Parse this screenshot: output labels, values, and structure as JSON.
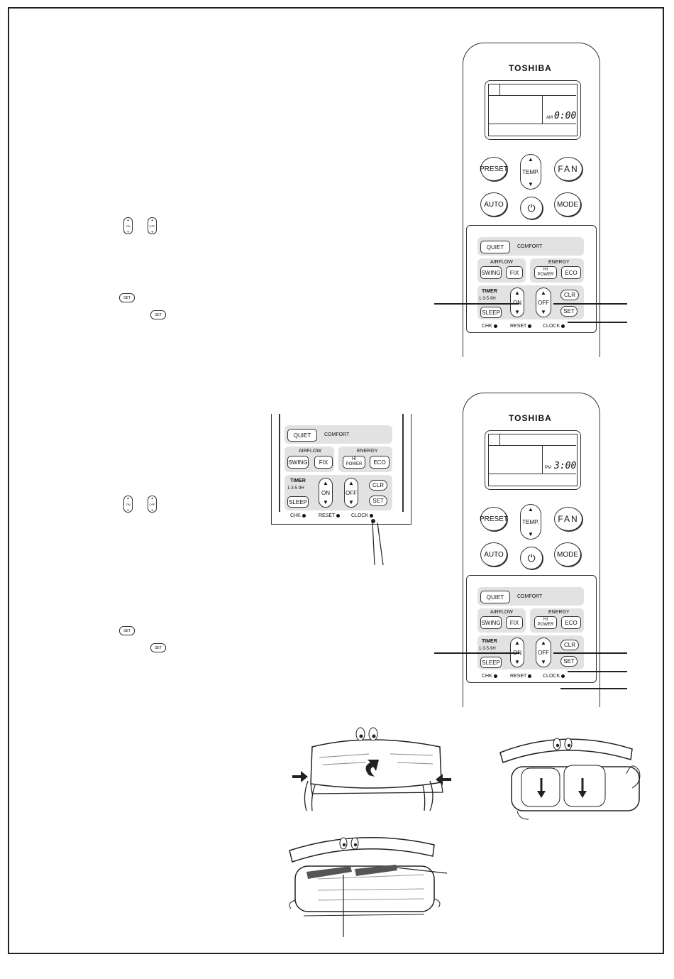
{
  "remote": {
    "brand": "TOSHIBA",
    "display1": {
      "ampm": "AM",
      "time": "0:00"
    },
    "display2": {
      "ampm": "PM",
      "time": "3:00"
    },
    "buttons": {
      "preset": "PRESET",
      "temp": "TEMP.",
      "fan": "FAN",
      "auto": "AUTO",
      "mode": "MODE",
      "power": "⏻",
      "quiet": "QUIET",
      "comfort": "COMFORT",
      "airflow": "AIRFLOW",
      "swing": "SWING",
      "fix": "FIX",
      "energy": "ENERGY",
      "hi": "HI",
      "power_label": "POWER",
      "eco": "ECO",
      "timer": "TIMER",
      "timer_hours": "1·3·5·9H",
      "on": "ON",
      "off": "OFF",
      "clr": "CLR",
      "sleep": "SLEEP",
      "set": "SET",
      "chk": "CHK",
      "reset": "RESET",
      "clock": "CLOCK"
    },
    "small_icons": {
      "on": "ON",
      "off": "OFF",
      "set": "SET"
    }
  }
}
